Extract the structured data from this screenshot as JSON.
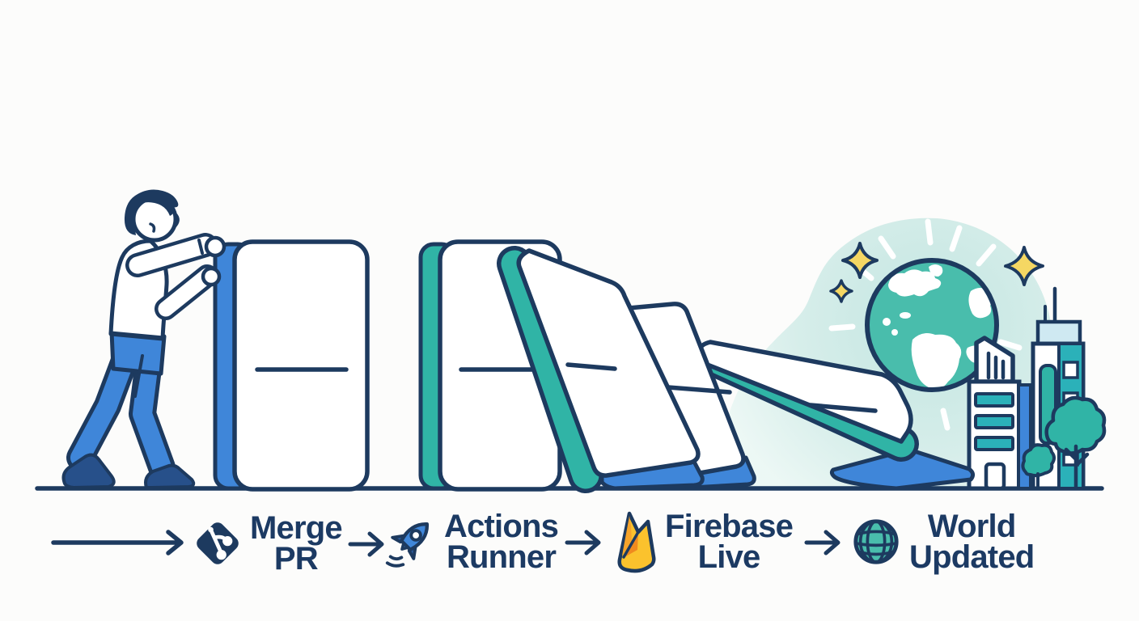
{
  "palette": {
    "navy": "#1d3a5f",
    "navy_text": "#1c3a63",
    "blue": "#3f86d9",
    "blue_deep": "#2b5b9e",
    "shoe_navy": "#27508a",
    "teal": "#30b4a6",
    "globe_teal": "#49bdac",
    "teal_cyan": "#2bb1b9",
    "teal_cap": "#cfe9f2",
    "wash_inner": "#bce3de",
    "wash_outer": "#eaf7f4",
    "yellow": "#f5d763",
    "flame_yellow": "#fbc22d",
    "flame_orange": "#f6a42b",
    "flame_deep": "#ef8a1f",
    "white": "#ffffff",
    "background": "#fcfcfb"
  },
  "flow": {
    "steps": [
      {
        "icon": "git-icon",
        "lines": [
          "Merge",
          "PR"
        ]
      },
      {
        "icon": "rocket-icon",
        "lines": [
          "Actions",
          "Runner"
        ]
      },
      {
        "icon": "firebase-icon",
        "lines": [
          "Firebase",
          "Live"
        ]
      },
      {
        "icon": "globe-grid-icon",
        "lines": [
          "World",
          "Updated"
        ]
      }
    ]
  },
  "scene": {
    "domino_count": 5,
    "figures": [
      "person-pushing-domino",
      "falling-dominoes",
      "globe",
      "sparkles",
      "city-buildings",
      "trees",
      "ground-line",
      "teal-glow-backdrop"
    ]
  }
}
